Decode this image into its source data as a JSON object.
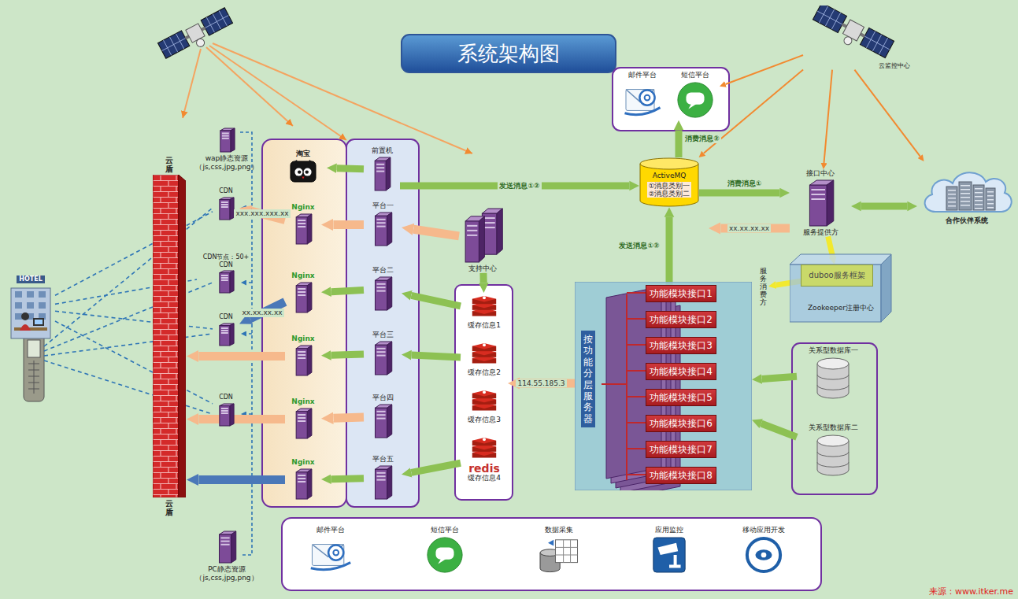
{
  "diagram": {
    "title": "系统架构图",
    "nodes": [
      {
        "text": [
          "HOTEL"
        ]
      },
      {
        "text": [
          "云盾",
          "云盾"
        ]
      },
      {
        "text": [
          "wap静态资源 （js,css,jpg,png）"
        ]
      },
      {
        "text": [
          "CDN"
        ]
      },
      {
        "text": [
          "CDN节点：50+",
          "CDN"
        ]
      },
      {
        "text": [
          "CDN"
        ]
      },
      {
        "text": [
          "CDN"
        ]
      },
      {
        "text": [
          "PC静态资源 （js,css,jpg,png）"
        ]
      },
      {
        "text": [
          "淘宝"
        ]
      },
      {
        "text": [
          "Nginx"
        ]
      },
      {
        "text": [
          "Nginx"
        ]
      },
      {
        "text": [
          "Nginx"
        ]
      },
      {
        "text": [
          "Nginx"
        ]
      },
      {
        "text": [
          "Nginx"
        ]
      },
      {
        "text": [
          "前置机"
        ]
      },
      {
        "text": [
          "平台一"
        ]
      },
      {
        "text": [
          "平台二"
        ]
      },
      {
        "text": [
          "平台三"
        ]
      },
      {
        "text": [
          "平台四"
        ]
      },
      {
        "text": [
          "平台五"
        ]
      },
      {
        "text": [
          "支持中心"
        ]
      },
      {
        "text": [
          "缓存信息1"
        ]
      },
      {
        "text": [
          "缓存信息2"
        ]
      },
      {
        "text": [
          "缓存信息3"
        ]
      },
      {
        "text": [
          "redis",
          "缓存信息4"
        ]
      },
      {
        "text": [
          "邮件平台"
        ]
      },
      {
        "text": [
          "短信平台"
        ]
      },
      {
        "text": [
          "ActiveMQ",
          "①消息类别一",
          "②消息类别二"
        ]
      },
      {
        "text": [
          "云监控中心"
        ]
      },
      {
        "text": [
          "接口中心",
          "服务提供方"
        ]
      },
      {
        "text": [
          "合作伙伴系统"
        ]
      },
      {
        "text": [
          "Zookeeper注册中心"
        ]
      },
      {
        "text": [
          "duboo服务框架"
        ],
        "in": 31
      },
      {
        "text": [
          "服务消费方"
        ]
      },
      {
        "text": [
          "按功能分层服务器"
        ]
      },
      {
        "text": [
          "功能模块接口1"
        ],
        "in": 34
      },
      {
        "text": [
          "功能模块接口2"
        ],
        "in": 34
      },
      {
        "text": [
          "功能模块接口3"
        ],
        "in": 34
      },
      {
        "text": [
          "功能模块接口4"
        ],
        "in": 34
      },
      {
        "text": [
          "功能模块接口5"
        ],
        "in": 34
      },
      {
        "text": [
          "功能模块接口6"
        ],
        "in": 34
      },
      {
        "text": [
          "功能模块接口7"
        ],
        "in": 34
      },
      {
        "text": [
          "功能模块接口8"
        ],
        "in": 34
      },
      {
        "text": [
          "关系型数据库一"
        ]
      },
      {
        "text": [
          "关系型数据库二"
        ]
      },
      {
        "text": [
          "邮件平台"
        ]
      },
      {
        "text": [
          "短信平台"
        ]
      },
      {
        "text": [
          "数据采集"
        ]
      },
      {
        "text": [
          "应用监控"
        ]
      },
      {
        "text": [
          "移动应用开发"
        ]
      }
    ],
    "edges": [
      {
        "from": 14,
        "to": 8,
        "arrow": "to"
      },
      {
        "from": 15,
        "to": 9,
        "arrow": "to"
      },
      {
        "from": 16,
        "to": 10,
        "arrow": "to"
      },
      {
        "from": 17,
        "to": 11,
        "arrow": "to"
      },
      {
        "from": 18,
        "to": 12,
        "arrow": "to"
      },
      {
        "from": 19,
        "to": 13,
        "arrow": "to"
      },
      {
        "from": 9,
        "to": 3,
        "label": "xxx.xxx.xxx.xx",
        "arrow": "to"
      },
      {
        "from": 10,
        "to": 5,
        "label": "xx.xx.xx.xx",
        "arrow": "to"
      },
      {
        "from": 11,
        "to": 1,
        "arrow": "to"
      },
      {
        "from": 12,
        "to": 1,
        "arrow": "to"
      },
      {
        "from": 13,
        "to": 1,
        "arrow": "to"
      },
      {
        "from": 20,
        "to": 15,
        "arrow": "to"
      },
      {
        "from": 20,
        "to": 21,
        "arrow": "to"
      },
      {
        "from": 21,
        "to": 16,
        "arrow": "to"
      },
      {
        "from": 22,
        "to": 17,
        "arrow": "to"
      },
      {
        "from": 24,
        "to": 19,
        "arrow": "to"
      },
      {
        "from": 34,
        "to": 22,
        "label": "114.55.185.3",
        "arrow": "to"
      },
      {
        "from": 14,
        "to": 27,
        "label": "发送消息①②",
        "arrow": "to"
      },
      {
        "from": 27,
        "to": 26,
        "label": "消费消息②",
        "arrow": "to"
      },
      {
        "from": 35,
        "to": 27,
        "label": "发送消息①②",
        "arrow": "to"
      },
      {
        "from": 27,
        "to": 29,
        "label": "消费消息①",
        "arrow": "to"
      },
      {
        "from": 29,
        "to": 27,
        "label": "xx.xx.xx.xx",
        "arrow": "to"
      },
      {
        "from": 29,
        "to": 30,
        "arrow": "both"
      },
      {
        "from": 29,
        "to": 32,
        "arrow": "to"
      },
      {
        "from": 32,
        "to": 33,
        "arrow": "to"
      },
      {
        "from": 43,
        "to": 34,
        "arrow": "to"
      },
      {
        "from": 44,
        "to": 34,
        "arrow": "to"
      },
      {
        "from": 0,
        "to": 3,
        "arrow": "none"
      },
      {
        "from": 0,
        "to": 4,
        "arrow": "none"
      },
      {
        "from": 0,
        "to": 5,
        "arrow": "none"
      },
      {
        "from": 0,
        "to": 6,
        "arrow": "none"
      },
      {
        "from": 28,
        "to": 26,
        "arrow": "to"
      },
      {
        "from": 28,
        "to": 27,
        "arrow": "to"
      },
      {
        "from": 28,
        "to": 29,
        "arrow": "to"
      },
      {
        "from": 28,
        "to": 30,
        "arrow": "to"
      }
    ],
    "labels": [
      "来源：www.itker.me"
    ]
  }
}
